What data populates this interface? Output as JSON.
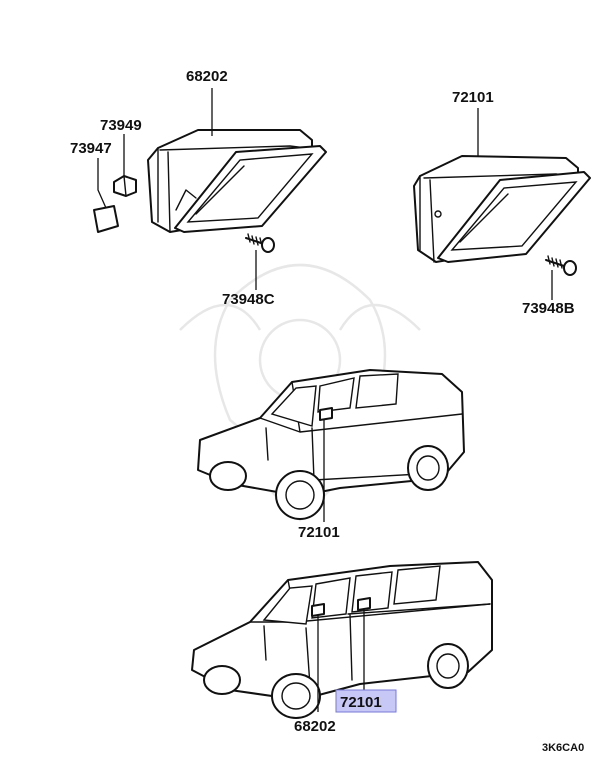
{
  "parts": {
    "vent_left": "68202",
    "clip": "73949",
    "pad": "73947",
    "screw_left": "73948C",
    "vent_right": "72101",
    "screw_right": "73948B"
  },
  "vehicle_upper": {
    "callout": "72101"
  },
  "vehicle_lower": {
    "callout_front": "68202",
    "callout_rear": "72101"
  },
  "highlight_color": "#c7c8f5",
  "diagram_code": "3K6CA0"
}
